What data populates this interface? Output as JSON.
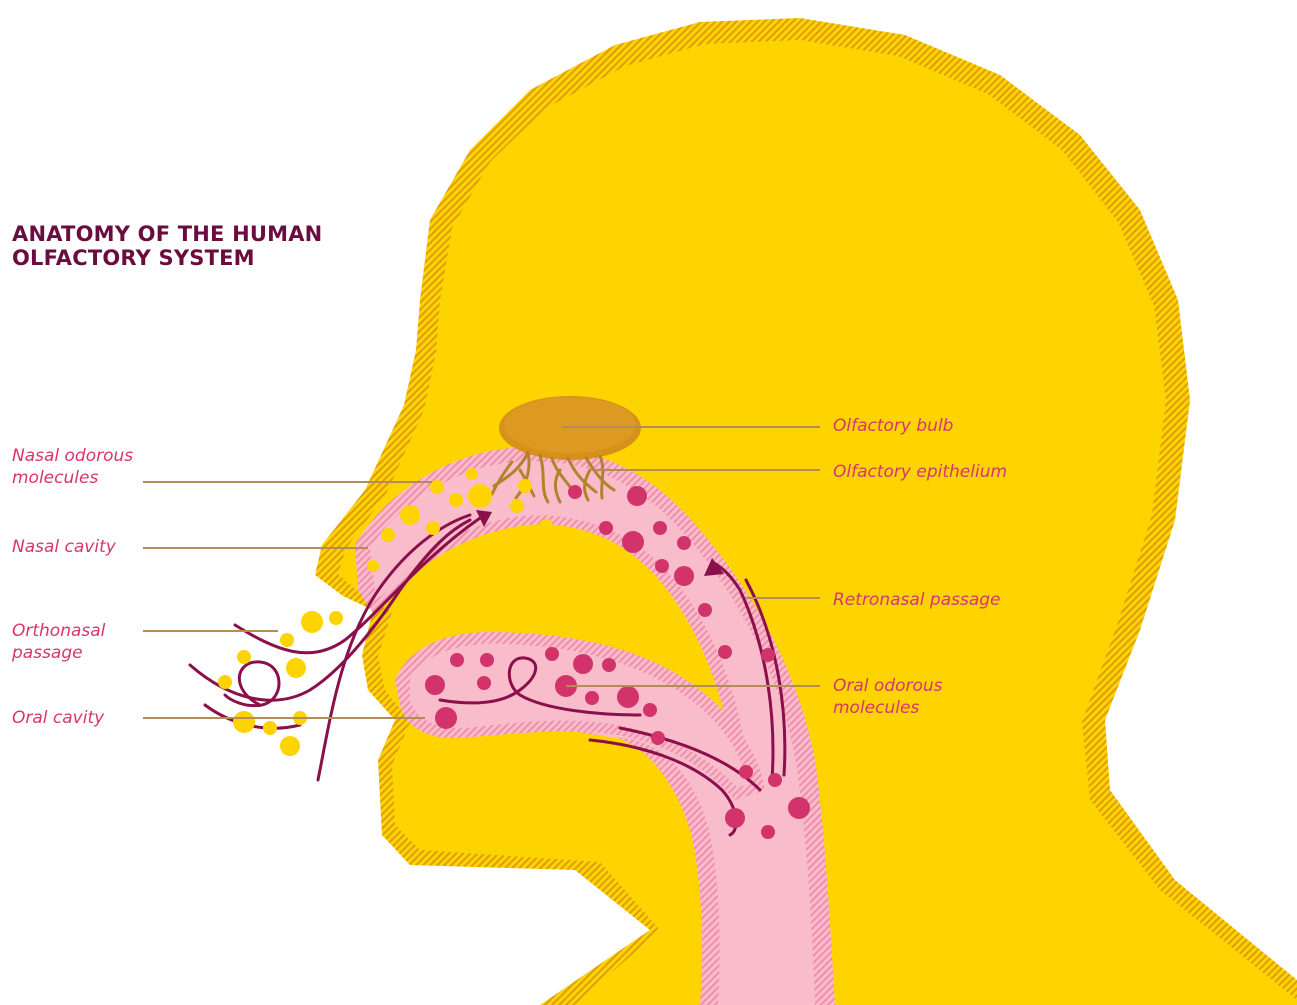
{
  "title": {
    "line1": "ANATOMY OF THE HUMAN",
    "line2": "OLFACTORY SYSTEM"
  },
  "labels": {
    "nasal_odorous_molecules": {
      "line1": "Nasal odorous",
      "line2": "molecules"
    },
    "nasal_cavity": "Nasal cavity",
    "orthonasal_passage": {
      "line1": "Orthonasal",
      "line2": "passage"
    },
    "oral_cavity": "Oral cavity",
    "olfactory_bulb": "Olfactory bulb",
    "olfactory_epithelium": "Olfactory epithelium",
    "retronasal_passage": "Retronasal passage",
    "oral_odorous_molecules": {
      "line1": "Oral odorous",
      "line2": "molecules"
    }
  },
  "colors": {
    "head_fill": "#fdd300",
    "head_edge": "#e0a410",
    "passage_fill": "#f8bccb",
    "passage_edge": "#f39ab3",
    "yellow_molecule": "#fdd300",
    "magenta_molecule": "#d2336b",
    "airflow_line": "#8a0f4a",
    "bulb_fill": "#d7911a",
    "nerve": "#b5822c",
    "leader_line": "#b38c5a",
    "title_color": "#6a0d3e",
    "label_color": "#d9356d"
  }
}
